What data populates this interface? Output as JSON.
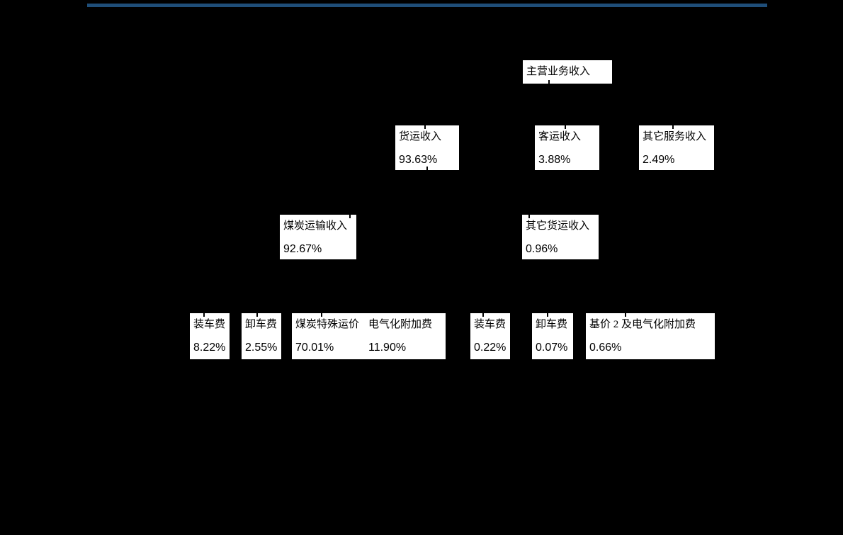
{
  "colors": {
    "background": "#000000",
    "top_rule": "#1F4E79",
    "box_background": "#FFFFFF",
    "box_text": "#000000"
  },
  "diagram": {
    "type": "tree",
    "description_nodes": {
      "main": {
        "label": "主营业务收入"
      },
      "freight": {
        "label": "货运收入",
        "value": "93.63%"
      },
      "passenger": {
        "label": "客运收入",
        "value": "3.88%"
      },
      "other_service": {
        "label": "其它服务收入",
        "value": "2.49%"
      },
      "coal_transport": {
        "label": "煤炭运输收入",
        "value": "92.67%"
      },
      "other_freight": {
        "label": "其它货运收入",
        "value": "0.96%"
      },
      "loading_fee_coal": {
        "label": "装车费",
        "value": "8.22%"
      },
      "unloading_fee_coal": {
        "label": "卸车费",
        "value": "2.55%"
      },
      "coal_special_rate": {
        "label": "煤炭特殊运价",
        "value": "70.01%"
      },
      "electrification_surcharge": {
        "label": "电气化附加费",
        "value": "11.90%"
      },
      "loading_fee_other": {
        "label": "装车费",
        "value": "0.22%"
      },
      "unloading_fee_other": {
        "label": "卸车费",
        "value": "0.07%"
      },
      "base_price_2": {
        "label": "基价 2 及电气化附加费",
        "value": "0.66%"
      }
    },
    "edges": [
      [
        "main",
        "freight"
      ],
      [
        "main",
        "passenger"
      ],
      [
        "main",
        "other_service"
      ],
      [
        "freight",
        "coal_transport"
      ],
      [
        "freight",
        "other_freight"
      ],
      [
        "coal_transport",
        "loading_fee_coal"
      ],
      [
        "coal_transport",
        "unloading_fee_coal"
      ],
      [
        "coal_transport",
        "coal_special_rate"
      ],
      [
        "coal_transport",
        "electrification_surcharge"
      ],
      [
        "other_freight",
        "loading_fee_other"
      ],
      [
        "other_freight",
        "unloading_fee_other"
      ],
      [
        "other_freight",
        "base_price_2"
      ]
    ]
  }
}
